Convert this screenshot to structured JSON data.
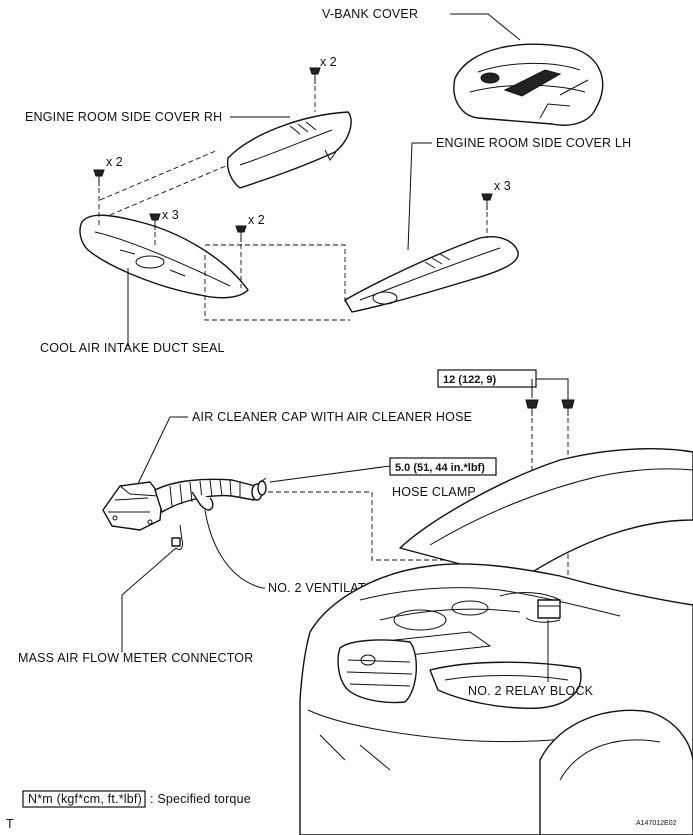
{
  "labels": {
    "v_bank_cover": "V-BANK COVER",
    "engine_room_side_cover_rh": "ENGINE ROOM SIDE COVER RH",
    "engine_room_side_cover_lh": "ENGINE ROOM SIDE COVER LH",
    "cool_air_intake_duct_seal": "COOL AIR INTAKE DUCT SEAL",
    "air_cleaner_cap": "AIR CLEANER CAP WITH AIR CLEANER HOSE",
    "hose_clamp": "HOSE CLAMP",
    "no2_ventilation_hose": "NO. 2 VENTILATION HOSE",
    "mass_air_flow_meter_connector": "MASS AIR FLOW METER CONNECTOR",
    "no2_relay_block": "NO. 2 RELAY BLOCK"
  },
  "quantities": {
    "rh_cover_clips": "x 2",
    "duct_seal_left_clips": "x 2",
    "duct_seal_middle_clips": "x 3",
    "duct_seal_right_clips": "x 2",
    "lh_cover_clips": "x 3"
  },
  "torques": {
    "relay_block_bolts": "12 (122, 9)",
    "hose_clamp": "5.0 (51, 44 in.*lbf)"
  },
  "legend": {
    "unit_box": "N*m (kgf*cm, ft.*lbf)",
    "description": ": Specified torque"
  },
  "corner_left": "T",
  "corner_right": "A147012E02"
}
